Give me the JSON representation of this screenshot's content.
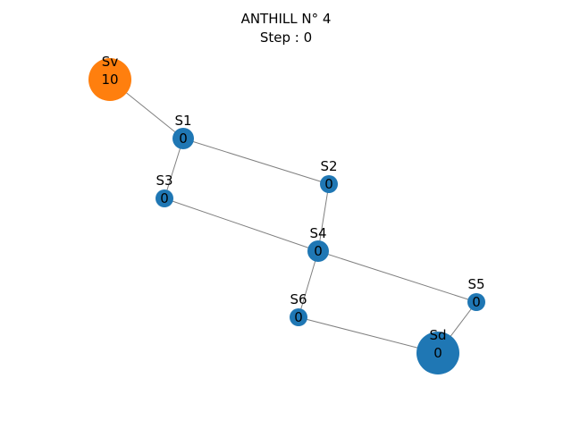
{
  "title": "ANTHILL N° 4",
  "subtitle": "Step : 0",
  "colors": {
    "room": "#1f77b4",
    "vestibule": "#ff7f0e",
    "edge": "#808080"
  },
  "nodes": [
    {
      "id": "Sv",
      "label": "Sv",
      "count": "10",
      "kind": "vestibule"
    },
    {
      "id": "S1",
      "label": "S1",
      "count": "0",
      "kind": "room"
    },
    {
      "id": "S2",
      "label": "S2",
      "count": "0",
      "kind": "room"
    },
    {
      "id": "S3",
      "label": "S3",
      "count": "0",
      "kind": "room"
    },
    {
      "id": "S4",
      "label": "S4",
      "count": "0",
      "kind": "room"
    },
    {
      "id": "S5",
      "label": "S5",
      "count": "0",
      "kind": "room"
    },
    {
      "id": "S6",
      "label": "S6",
      "count": "0",
      "kind": "room"
    },
    {
      "id": "Sd",
      "label": "Sd",
      "count": "0",
      "kind": "dormitory"
    }
  ],
  "edges": [
    [
      "Sv",
      "S1"
    ],
    [
      "S1",
      "S2"
    ],
    [
      "S1",
      "S3"
    ],
    [
      "S2",
      "S4"
    ],
    [
      "S3",
      "S4"
    ],
    [
      "S4",
      "S5"
    ],
    [
      "S4",
      "S6"
    ],
    [
      "S5",
      "Sd"
    ],
    [
      "S6",
      "Sd"
    ]
  ]
}
